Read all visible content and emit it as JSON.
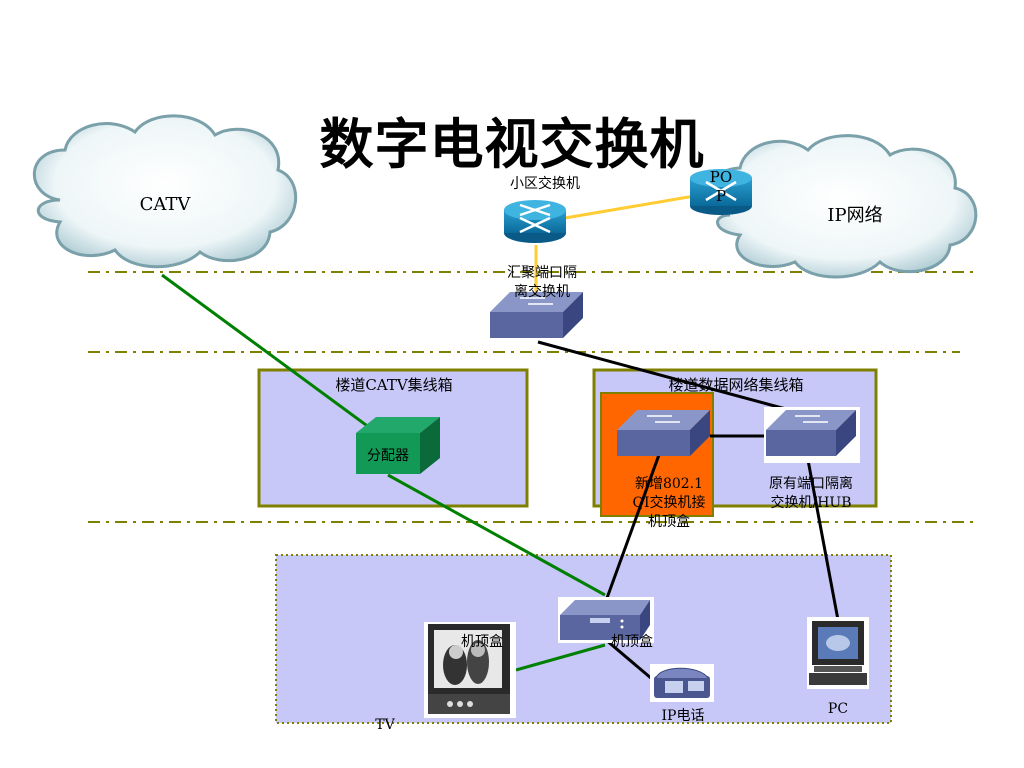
{
  "title": "数字电视交换机",
  "clouds": {
    "catv": "CATV",
    "ip": "IP网络"
  },
  "devices": {
    "district_switch": "小区交换机",
    "pop": "POP",
    "aggregation_switch": "汇聚端口隔离交换机",
    "new_switch": "新增802.1QI交换机接机顶盒",
    "old_switch": "原有端口隔离交换机/HUB",
    "splitter": "分配器",
    "stb_left": "机顶盒",
    "stb_center": "机顶盒",
    "ip_phone": "IP电话",
    "pc": "PC",
    "tv": "TV"
  },
  "boxes": {
    "catv_box": "楼道CATV集线箱",
    "data_box": "楼道数据网络集线箱"
  },
  "colors": {
    "catv_link": "#008000",
    "data_link": "#000000",
    "wan_link": "#ffcc33",
    "box_fill": "#c8c8f8",
    "box_border": "#808000",
    "highlight": "#ff6600"
  }
}
